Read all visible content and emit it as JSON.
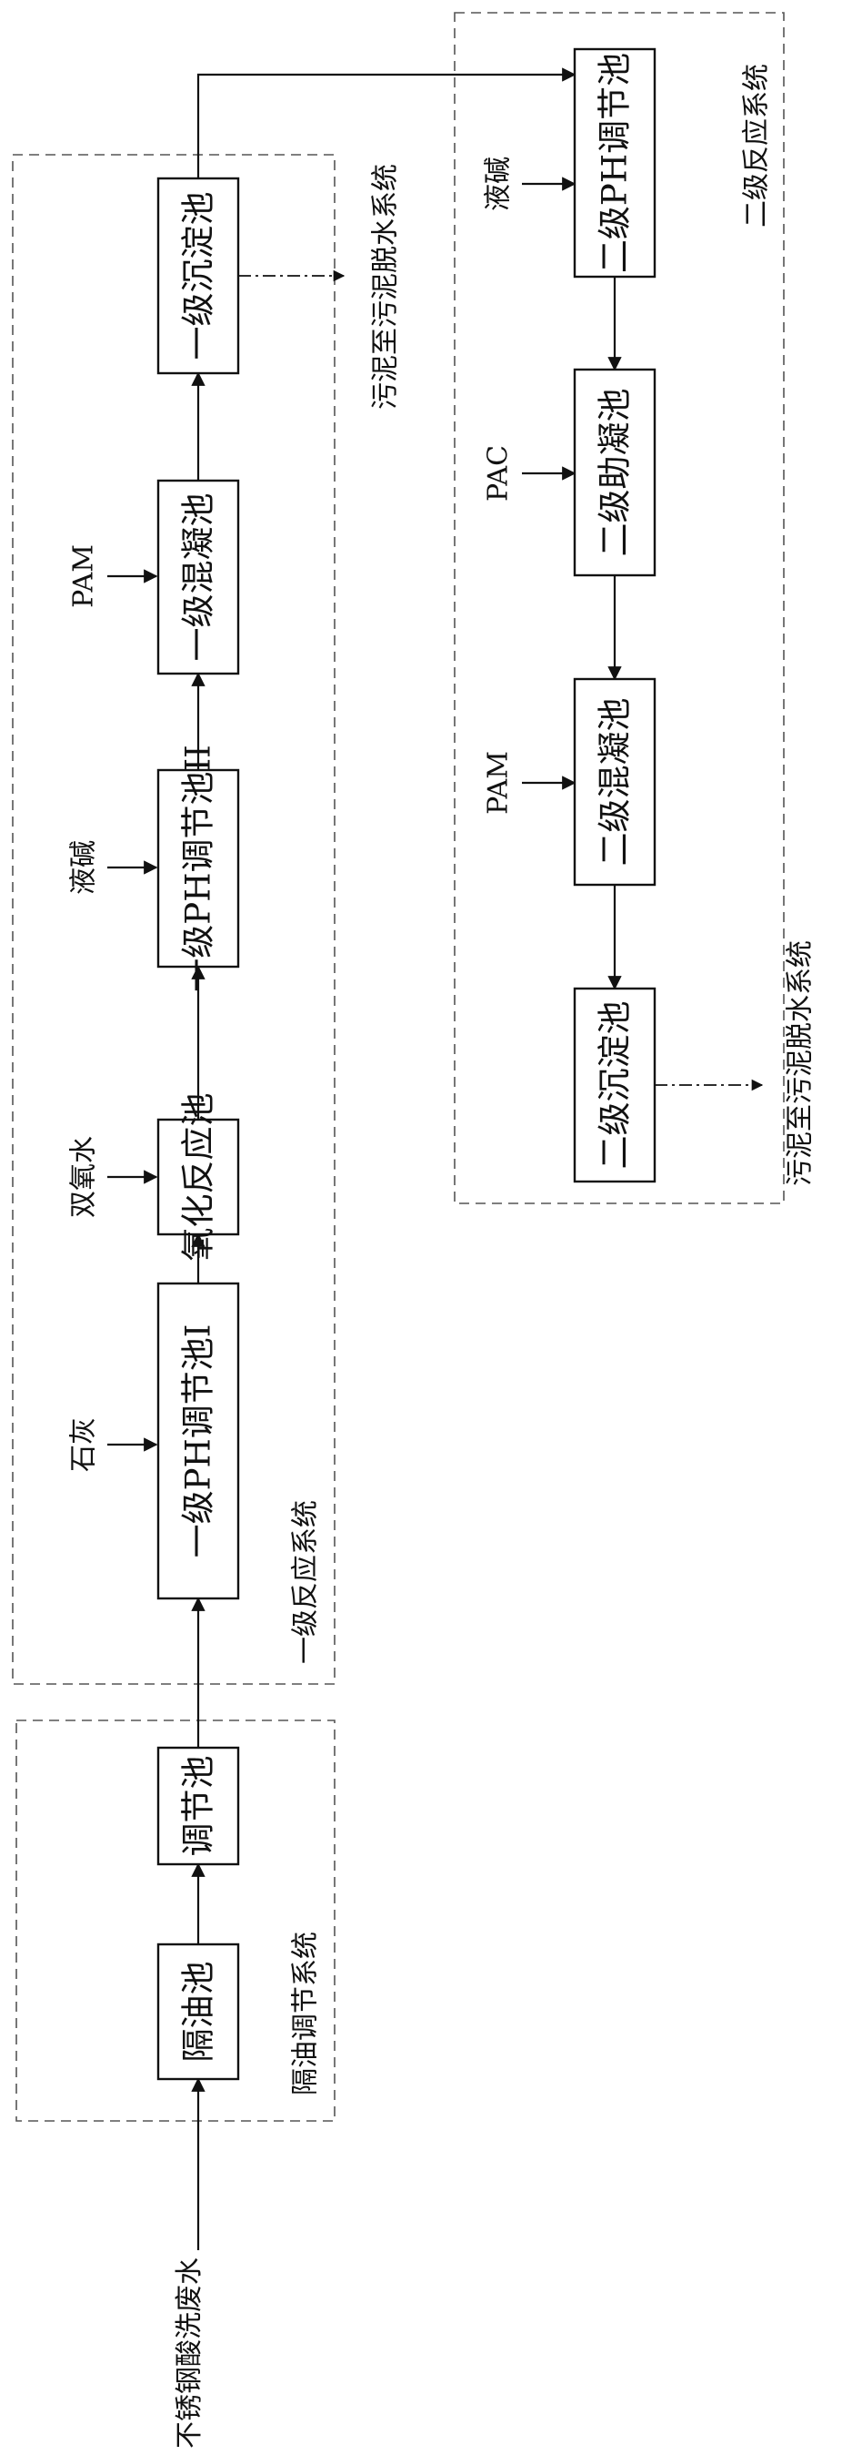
{
  "diagram": {
    "input_label": "不锈钢酸洗废水",
    "groups": {
      "oil_adjust": "隔油调节系统",
      "primary": "一级反应系统",
      "secondary": "二级反应系统"
    },
    "tanks": {
      "oil_separator": "隔油池",
      "adjust_tank": "调节池",
      "ph1": "一级PH调节池I",
      "oxidation": "氧化反应池",
      "ph2": "一级PH调节池II",
      "coag1": "一级混凝池",
      "sed1": "一级沉淀池",
      "ph_secondary": "二级PH调节池",
      "aid_coag": "二级助凝池",
      "coag2": "二级混凝池",
      "sed2": "二级沉淀池"
    },
    "chemicals": {
      "lime": "石灰",
      "h2o2": "双氧水",
      "caustic_primary": "液碱",
      "pam_primary": "PAM",
      "caustic_secondary": "液碱",
      "pac": "PAC",
      "pam_secondary": "PAM"
    },
    "sludge_outputs": {
      "primary": "污泥至污泥脱水系统",
      "secondary": "污泥至污泥脱水系统"
    }
  }
}
